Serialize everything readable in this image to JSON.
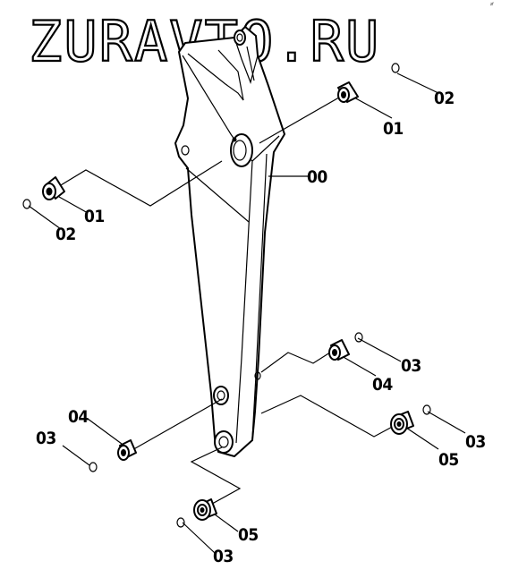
{
  "watermark": "ZURAVTO.RU",
  "corner_mark": "zf",
  "callouts": [
    {
      "id": "boom",
      "label": "00"
    },
    {
      "id": "bush-top-right",
      "label": "01"
    },
    {
      "id": "ring-top-right",
      "label": "02"
    },
    {
      "id": "bush-left",
      "label": "01"
    },
    {
      "id": "ring-left",
      "label": "02"
    },
    {
      "id": "ring-mid-right",
      "label": "03"
    },
    {
      "id": "bush-mid-right",
      "label": "04"
    },
    {
      "id": "ring-lower-right",
      "label": "03"
    },
    {
      "id": "bush-lower-right",
      "label": "05"
    },
    {
      "id": "bush-lower-left",
      "label": "04"
    },
    {
      "id": "ring-lower-left",
      "label": "03"
    },
    {
      "id": "bush-bottom",
      "label": "05"
    },
    {
      "id": "ring-bottom",
      "label": "03"
    }
  ]
}
